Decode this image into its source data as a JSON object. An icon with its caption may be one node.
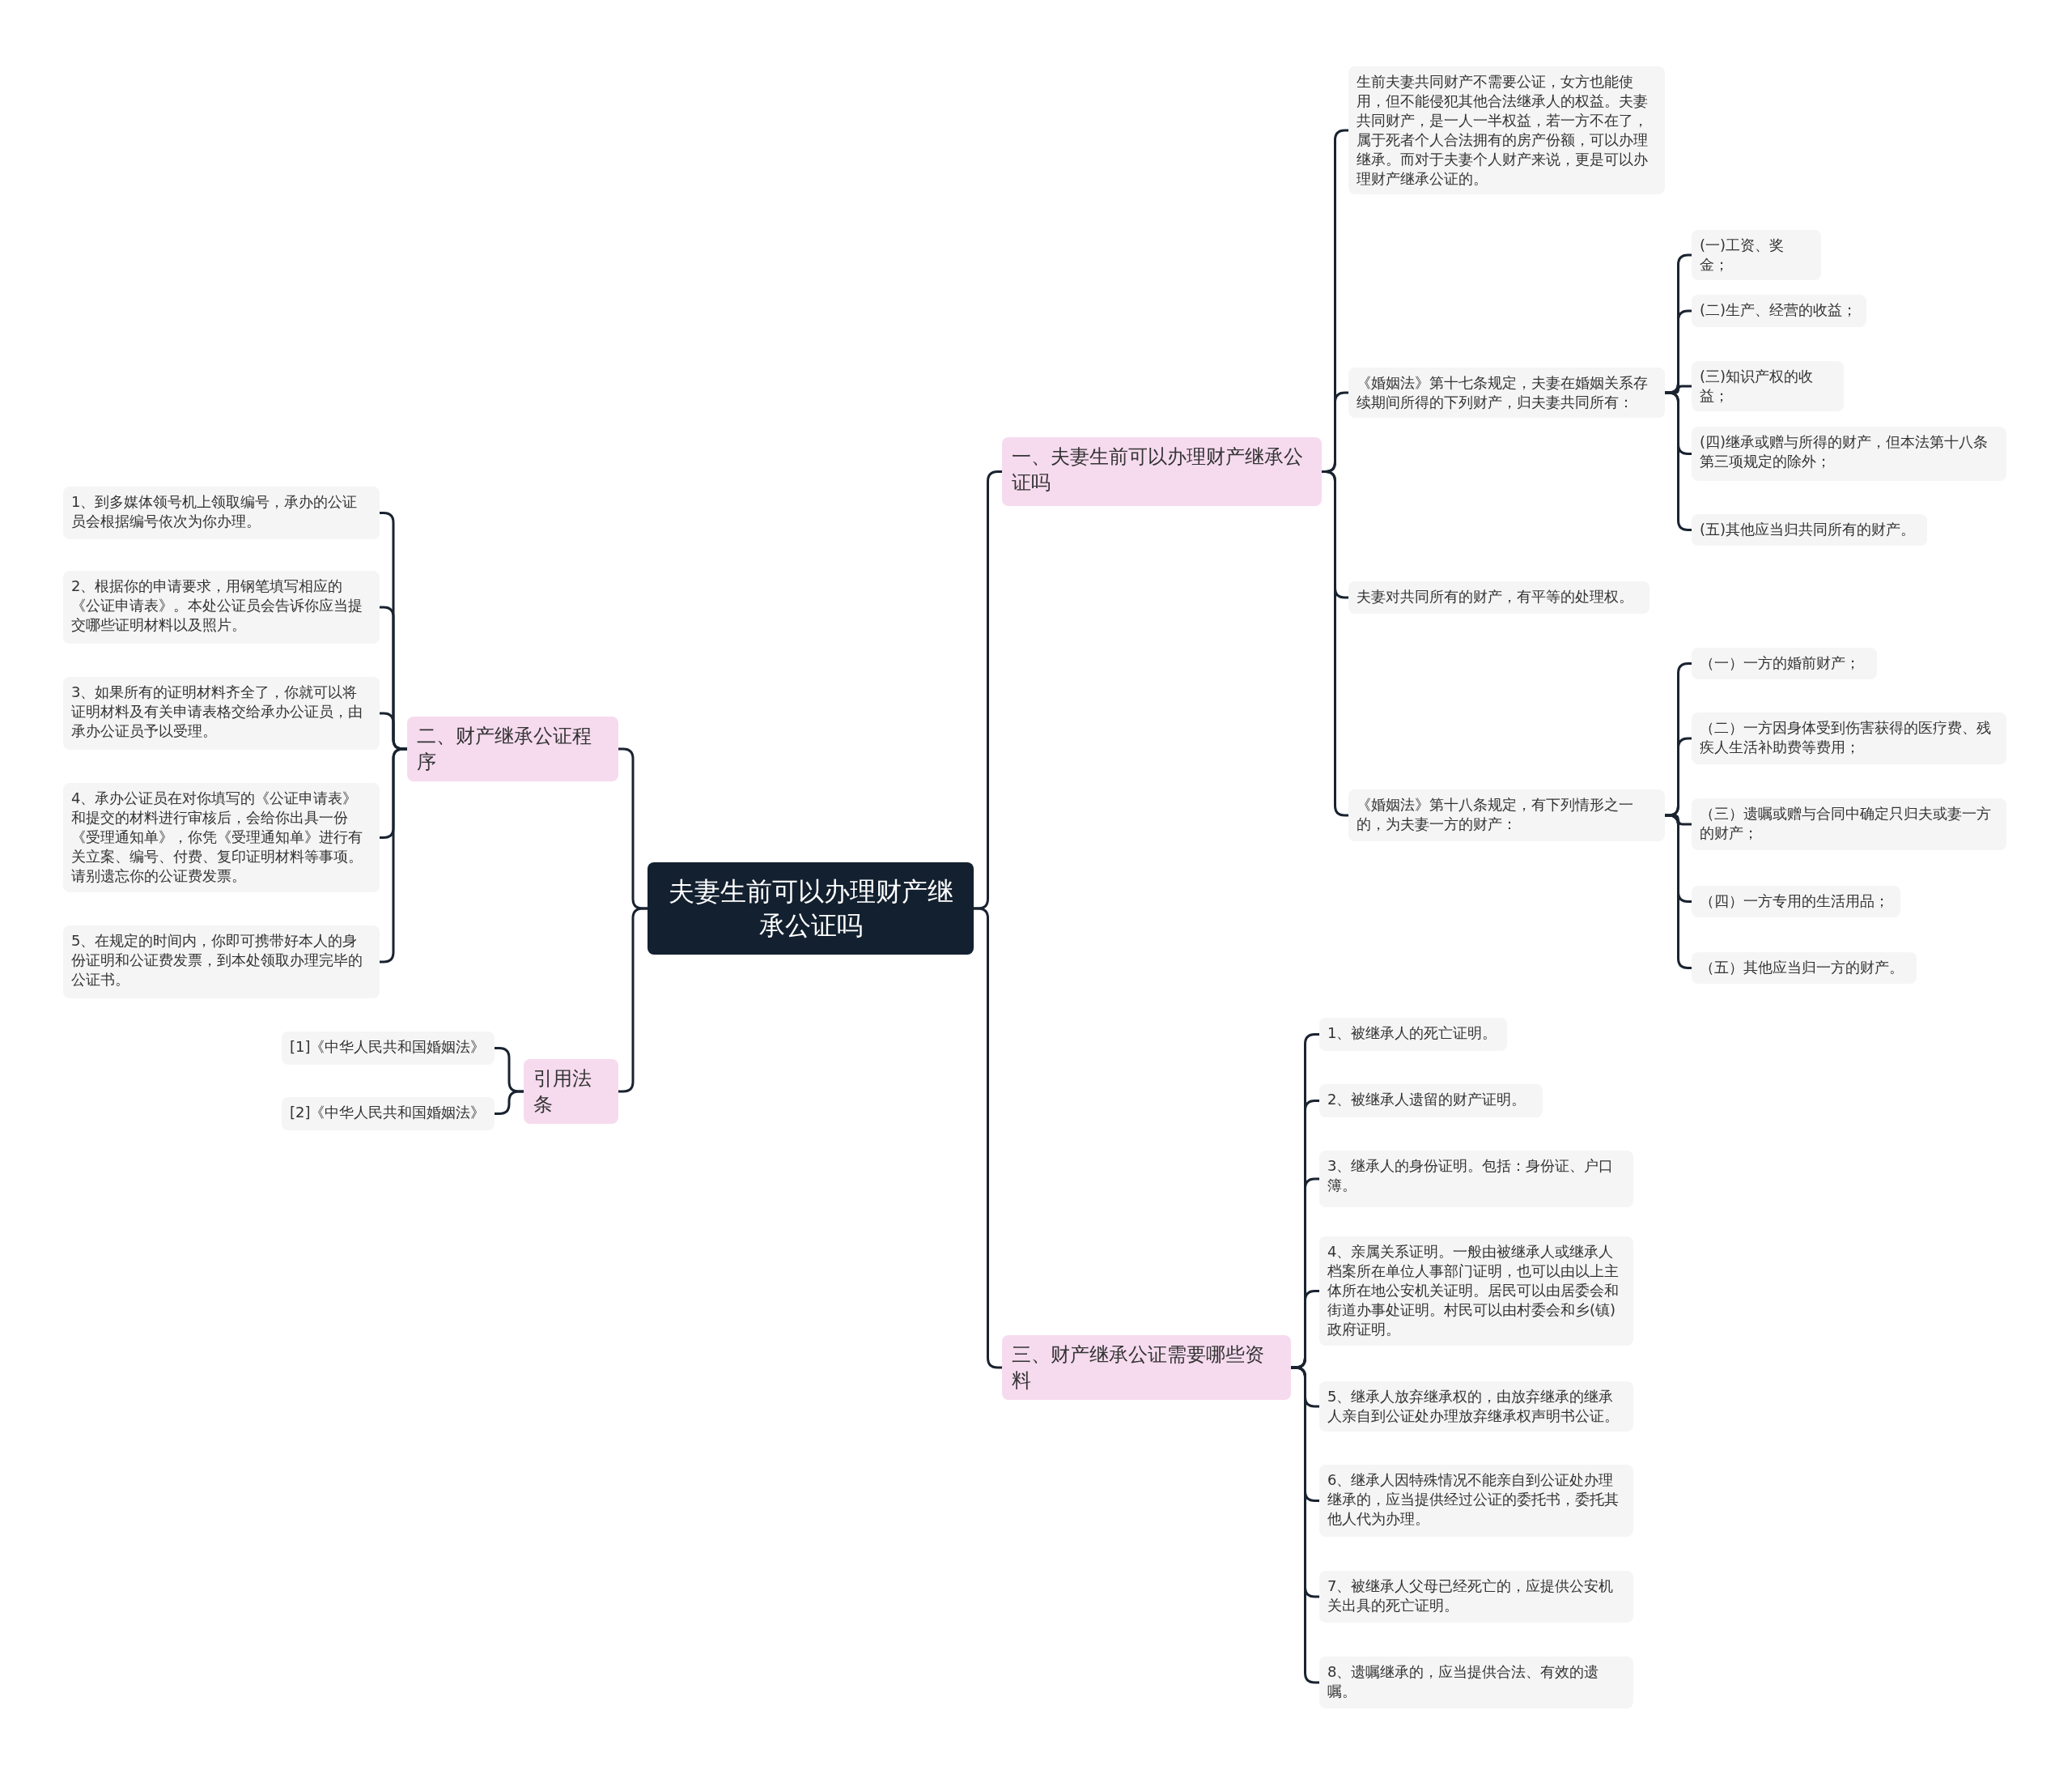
{
  "diagram": {
    "nodes": [
      {
        "text": [
          "夫妻生前可以办理财产继承公证吗"
        ]
      },
      {
        "text": [
          "一、夫妻生前可以办理财产继承公证吗"
        ]
      },
      {
        "text": [
          "生前夫妻共同财产不需要公证，女方也能使用，但不能侵犯其他合法继承人的权益。夫妻共同财产，是一人一半权益，若一方不在了，属于死者个人合法拥有的房产份额，可以办理继承。而对于夫妻个人财产来说，更是可以办理财产继承公证的。"
        ]
      },
      {
        "text": [
          "《婚姻法》第十七条规定，夫妻在婚姻关系存续期间所得的下列财产，归夫妻共同所有："
        ]
      },
      {
        "text": [
          "(一)工资、奖金；"
        ]
      },
      {
        "text": [
          "(二)生产、经营的收益；"
        ]
      },
      {
        "text": [
          "(三)知识产权的收益；"
        ]
      },
      {
        "text": [
          "(四)继承或赠与所得的财产，但本法第十八条第三项规定的除外；"
        ]
      },
      {
        "text": [
          "(五)其他应当归共同所有的财产。"
        ]
      },
      {
        "text": [
          "夫妻对共同所有的财产，有平等的处理权。"
        ]
      },
      {
        "text": [
          "《婚姻法》第十八条规定，有下列情形之一的，为夫妻一方的财产："
        ]
      },
      {
        "text": [
          "（一）一方的婚前财产；"
        ]
      },
      {
        "text": [
          "（二）一方因身体受到伤害获得的医疗费、残疾人生活补助费等费用；"
        ]
      },
      {
        "text": [
          "（三）遗嘱或赠与合同中确定只归夫或妻一方的财产；"
        ]
      },
      {
        "text": [
          "（四）一方专用的生活用品；"
        ]
      },
      {
        "text": [
          "（五）其他应当归一方的财产。"
        ]
      },
      {
        "text": [
          "三、财产继承公证需要哪些资料"
        ]
      },
      {
        "text": [
          "1、被继承人的死亡证明。"
        ]
      },
      {
        "text": [
          "2、被继承人遗留的财产证明。"
        ]
      },
      {
        "text": [
          "3、继承人的身份证明。包括：身份证、户口簿。"
        ]
      },
      {
        "text": [
          "4、亲属关系证明。一般由被继承人或继承人档案所在单位人事部门证明，也可以由以上主体所在地公安机关证明。居民可以由居委会和街道办事处证明。村民可以由村委会和乡(镇)政府证明。"
        ]
      },
      {
        "text": [
          "5、继承人放弃继承权的，由放弃继承的继承人亲自到公证处办理放弃继承权声明书公证。"
        ]
      },
      {
        "text": [
          "6、继承人因特殊情况不能亲自到公证处办理继承的，应当提供经过公证的委托书，委托其他人代为办理。"
        ]
      },
      {
        "text": [
          "7、被继承人父母已经死亡的，应提供公安机关出具的死亡证明。"
        ]
      },
      {
        "text": [
          "8、遗嘱继承的，应当提供合法、有效的遗嘱。"
        ]
      },
      {
        "text": [
          "二、财产继承公证程序"
        ]
      },
      {
        "text": [
          "1、到多媒体领号机上领取编号，承办的公证员会根据编号依次为你办理。"
        ]
      },
      {
        "text": [
          "2、根据你的申请要求，用钢笔填写相应的《公证申请表》。本处公证员会告诉你应当提交哪些证明材料以及照片。"
        ]
      },
      {
        "text": [
          "3、如果所有的证明材料齐全了，你就可以将证明材料及有关申请表格交给承办公证员，由承办公证员予以受理。"
        ]
      },
      {
        "text": [
          "4、承办公证员在对你填写的《公证申请表》和提交的材料进行审核后，会给你出具一份《受理通知单》，你凭《受理通知单》进行有关立案、编号、付费、复印证明材料等事项。请别遗忘你的公证费发票。"
        ]
      },
      {
        "text": [
          "5、在规定的时间内，你即可携带好本人的身份证明和公证费发票，到本处领取办理完毕的公证书。"
        ]
      },
      {
        "text": [
          "引用法条"
        ]
      },
      {
        "text": [
          "[1]《中华人民共和国婚姻法》"
        ]
      },
      {
        "text": [
          "[2]《中华人民共和国婚姻法》"
        ]
      }
    ],
    "edges": [
      {
        "from": 0,
        "to": 1,
        "arrow": "none"
      },
      {
        "from": 1,
        "to": 2,
        "arrow": "none"
      },
      {
        "from": 1,
        "to": 3,
        "arrow": "none"
      },
      {
        "from": 3,
        "to": 4,
        "arrow": "none"
      },
      {
        "from": 3,
        "to": 5,
        "arrow": "none"
      },
      {
        "from": 3,
        "to": 6,
        "arrow": "none"
      },
      {
        "from": 3,
        "to": 7,
        "arrow": "none"
      },
      {
        "from": 3,
        "to": 8,
        "arrow": "none"
      },
      {
        "from": 1,
        "to": 9,
        "arrow": "none"
      },
      {
        "from": 1,
        "to": 10,
        "arrow": "none"
      },
      {
        "from": 10,
        "to": 11,
        "arrow": "none"
      },
      {
        "from": 10,
        "to": 12,
        "arrow": "none"
      },
      {
        "from": 10,
        "to": 13,
        "arrow": "none"
      },
      {
        "from": 10,
        "to": 14,
        "arrow": "none"
      },
      {
        "from": 10,
        "to": 15,
        "arrow": "none"
      },
      {
        "from": 0,
        "to": 16,
        "arrow": "none"
      },
      {
        "from": 16,
        "to": 17,
        "arrow": "none"
      },
      {
        "from": 16,
        "to": 18,
        "arrow": "none"
      },
      {
        "from": 16,
        "to": 19,
        "arrow": "none"
      },
      {
        "from": 16,
        "to": 20,
        "arrow": "none"
      },
      {
        "from": 16,
        "to": 21,
        "arrow": "none"
      },
      {
        "from": 16,
        "to": 22,
        "arrow": "none"
      },
      {
        "from": 16,
        "to": 23,
        "arrow": "none"
      },
      {
        "from": 16,
        "to": 24,
        "arrow": "none"
      },
      {
        "from": 0,
        "to": 25,
        "arrow": "none"
      },
      {
        "from": 25,
        "to": 26,
        "arrow": "none"
      },
      {
        "from": 25,
        "to": 27,
        "arrow": "none"
      },
      {
        "from": 25,
        "to": 28,
        "arrow": "none"
      },
      {
        "from": 25,
        "to": 29,
        "arrow": "none"
      },
      {
        "from": 25,
        "to": 30,
        "arrow": "none"
      },
      {
        "from": 0,
        "to": 31,
        "arrow": "none"
      },
      {
        "from": 31,
        "to": 32,
        "arrow": "none"
      },
      {
        "from": 31,
        "to": 33,
        "arrow": "none"
      }
    ]
  }
}
